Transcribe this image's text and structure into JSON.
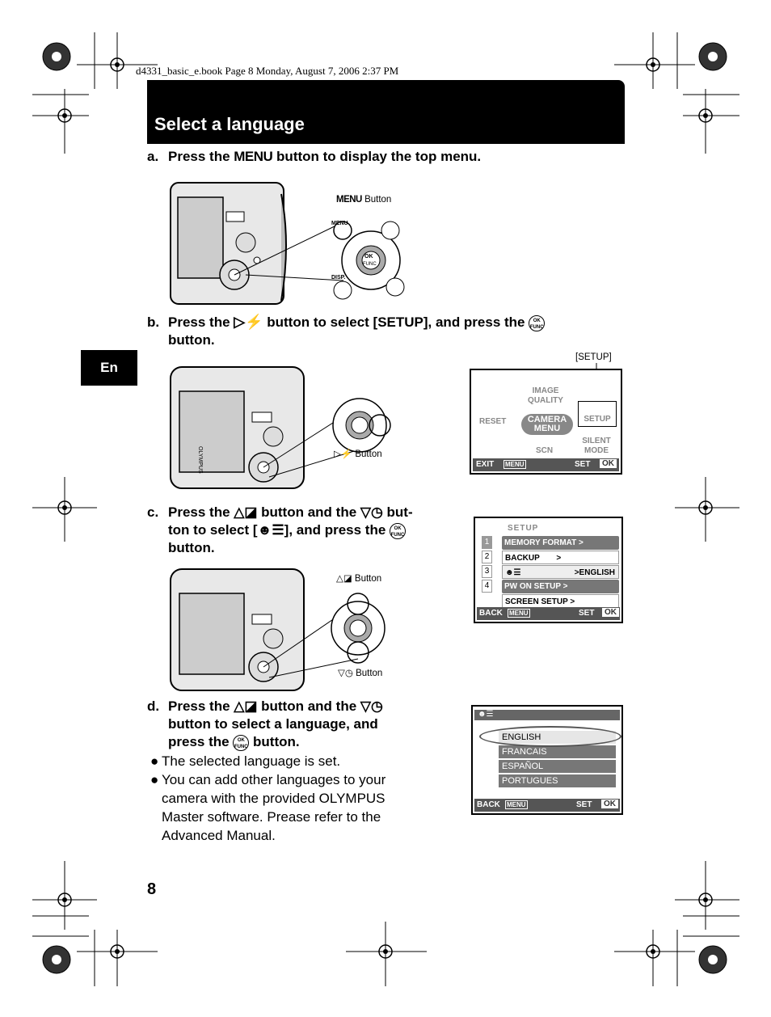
{
  "header": {
    "print_line": "d4331_basic_e.book  Page 8  Monday, August 7, 2006  2:37 PM"
  },
  "title": "Select a language",
  "side_tab": "En",
  "steps": {
    "a": {
      "label": "a.",
      "text_before": "Press the ",
      "menu_word": "MENU",
      "text_after": " button to display the top menu."
    },
    "b": {
      "label": "b.",
      "line1_a": "Press the ",
      "line1_b": " button to select [SETUP], and press the ",
      "line2": "button."
    },
    "c": {
      "label": "c.",
      "line1_a": "Press the ",
      "line1_b": " button and the ",
      "line1_c": " but-",
      "line2_a": "ton to select [",
      "line2_b": "], and press the ",
      "line3": "button."
    },
    "d": {
      "label": "d.",
      "line1_a": "Press the ",
      "line1_b": " button and the ",
      "line2": "button to select a language, and",
      "line3_a": "press the ",
      "line3_b": " button."
    }
  },
  "bullets": [
    "The selected language is set.",
    "You can add other languages to your",
    "camera with the provided OLYMPUS",
    "Master software. Prease refer to the",
    "Advanced Manual."
  ],
  "captions": {
    "menu_button": "Button",
    "menu_word": "MENU",
    "right_button": "Button",
    "setup_label": "[SETUP]",
    "up_button": "Button",
    "down_button": "Button"
  },
  "camera_labels": {
    "menu": "MENU",
    "disp": "DISP.",
    "ok": "OK",
    "func": "FUNC",
    "brand": "OLYMPUS"
  },
  "top_menu": {
    "image_quality": "IMAGE QUALITY",
    "reset": "RESET",
    "camera_menu": "CAMERA MENU",
    "setup": "SETUP",
    "scn": "SCN",
    "silent_mode": "SILENT MODE",
    "exit": "EXIT",
    "menu_btn": "MENU",
    "set": "SET",
    "ok": "OK"
  },
  "setup_menu": {
    "title": "SETUP",
    "numbers": [
      "1",
      "2",
      "3",
      "4"
    ],
    "rows": [
      "MEMORY FORMAT",
      "BACKUP",
      "",
      "PW ON SETUP",
      "SCREEN SETUP"
    ],
    "arrow": ">",
    "lang_value": "ENGLISH",
    "back": "BACK",
    "menu_btn": "MENU",
    "set": "SET",
    "ok": "OK"
  },
  "lang_menu": {
    "languages": [
      "ENGLISH",
      "FRANCAIS",
      "ESPAÑOL",
      "PORTUGUES"
    ],
    "back": "BACK",
    "menu_btn": "MENU",
    "set": "SET",
    "ok": "OK"
  },
  "page_number": "8"
}
